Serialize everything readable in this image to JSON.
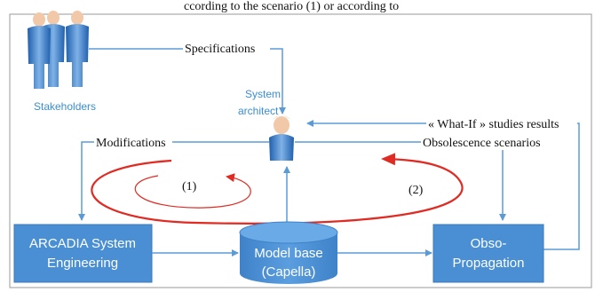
{
  "header_fragment": "ccording to the scenario  (1) or according to",
  "actors": {
    "stakeholders": "Stakeholders",
    "architect_line1": "System",
    "architect_line2": "architect"
  },
  "flows": {
    "specifications": "Specifications",
    "what_if": "« What-If » studies results",
    "modifications": "Modifications",
    "obsolescence": "Obsolescence scenarios"
  },
  "loops": {
    "inner": "(1)",
    "outer": "(2)"
  },
  "boxes": {
    "arcadia_line1": "ARCADIA System",
    "arcadia_line2": "Engineering",
    "model_line1": "Model base",
    "model_line2": "(Capella)",
    "obso_line1": "Obso-",
    "obso_line2": "Propagation"
  },
  "colors": {
    "box_fill": "#4a8fd4",
    "arrow": "#5b9bd5",
    "loop": "#e02a22",
    "frame": "#9a9a9a"
  }
}
